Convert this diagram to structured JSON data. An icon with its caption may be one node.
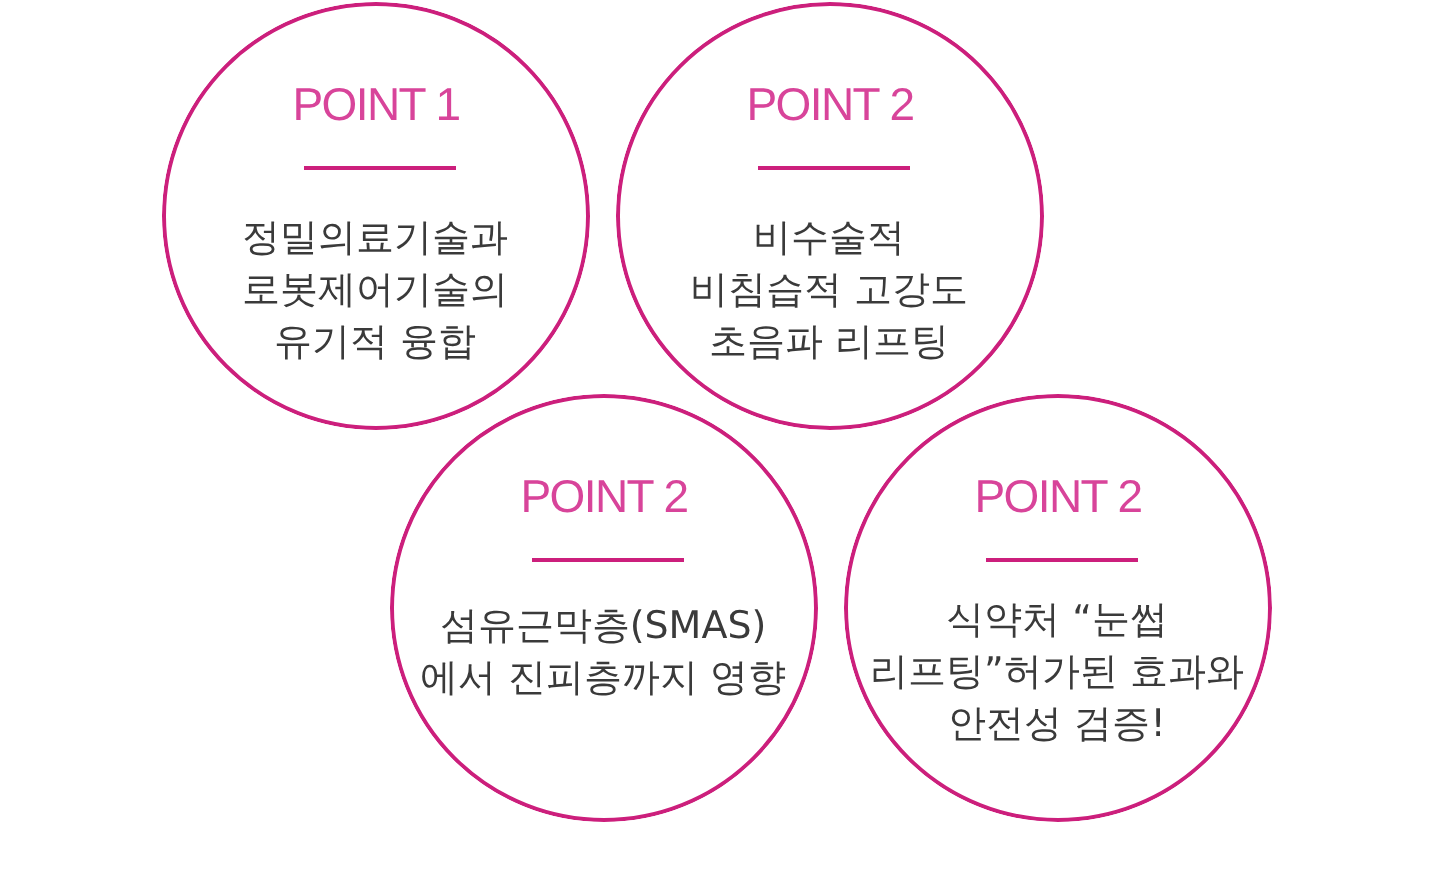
{
  "diagram": {
    "nodes": [
      {
        "text": [
          "POINT 1",
          "정밀의료기술과 로봇제어기술의 유기적 융합"
        ]
      },
      {
        "text": [
          "POINT 2",
          "비수술적 비침습적 고강도 초음파 리프팅"
        ]
      },
      {
        "text": [
          "POINT 2",
          "섬유근막층(SMAS) 에서 진피층까지 영향"
        ]
      },
      {
        "text": [
          "POINT 2",
          "식약처 “눈썹 리프팅”허가된 효과와 안전성 검증!"
        ]
      }
    ]
  }
}
